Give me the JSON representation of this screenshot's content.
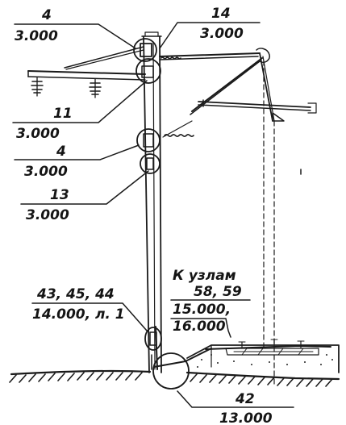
{
  "callouts": [
    {
      "id": "c1",
      "top": "4",
      "bottom": "3.000"
    },
    {
      "id": "c2",
      "top": "14",
      "bottom": "3.000"
    },
    {
      "id": "c3",
      "top": "11",
      "bottom": "3.000"
    },
    {
      "id": "c4",
      "top": "4",
      "bottom": "3.000"
    },
    {
      "id": "c5",
      "top": "13",
      "bottom": "3.000"
    },
    {
      "id": "c6",
      "top": "43, 45, 44",
      "bottom": "14.000, л. 1"
    },
    {
      "id": "c7",
      "title": "К узлам",
      "top": "58, 59",
      "bottom1": "15.000,",
      "bottom2": "16.000"
    },
    {
      "id": "c8",
      "top": "42",
      "bottom": "13.000"
    }
  ],
  "colors": {
    "ink": "#1a1a1a",
    "paper": "#ffffff"
  }
}
